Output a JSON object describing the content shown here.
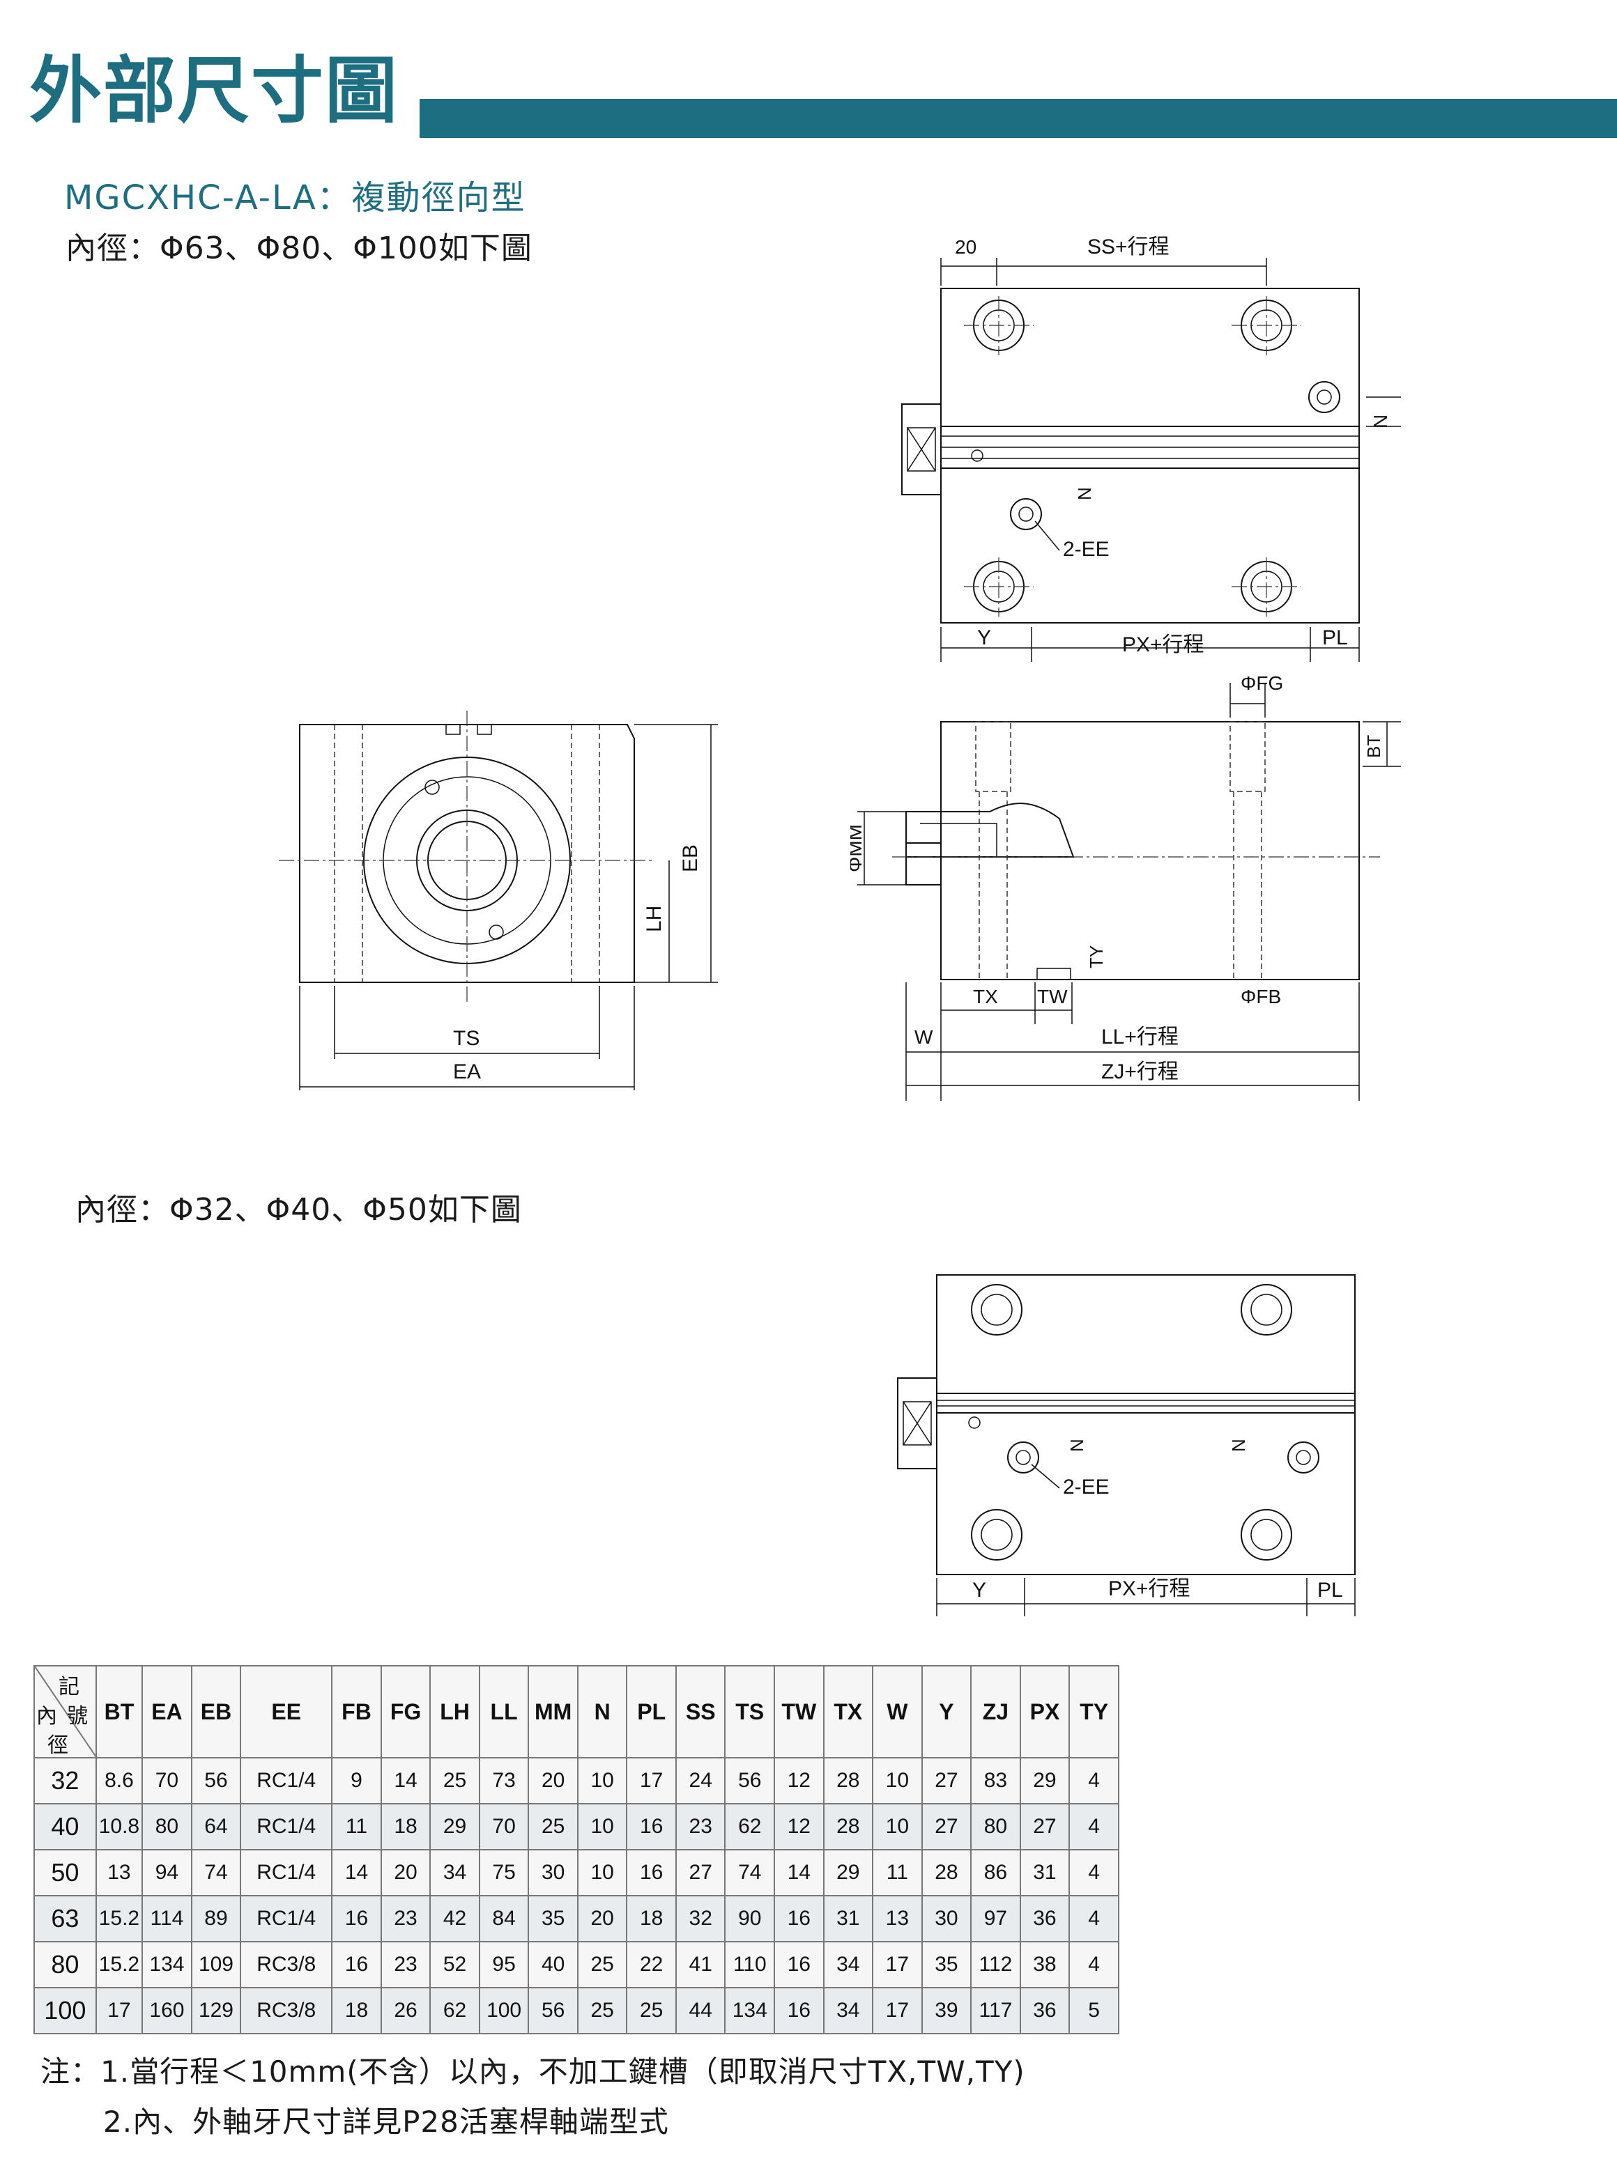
{
  "header": {
    "title": "外部尺寸圖",
    "subtitle": "MGCXHC-A-LA：複動徑向型"
  },
  "sections": {
    "large": "內徑：Φ63、Φ80、Φ100如下圖",
    "small": "內徑：Φ32、Φ40、Φ50如下圖"
  },
  "drawing_labels": {
    "d20": "20",
    "ss": "SS+行程",
    "n": "N",
    "ee": "2-EE",
    "y": "Y",
    "px": "PX+行程",
    "pl": "PL",
    "fg": "ΦFG",
    "bt": "BT",
    "mm": "ΦMM",
    "ty": "TY",
    "tx": "TX",
    "tw": "TW",
    "fb": "ΦFB",
    "w": "W",
    "ll": "LL+行程",
    "zj": "ZJ+行程",
    "eb": "EB",
    "lh": "LH",
    "ts": "TS",
    "ea": "EA"
  },
  "table": {
    "corner": {
      "top": "記",
      "mid_left": "內",
      "mid_right": "號",
      "bottom": "徑"
    },
    "headers": [
      "BT",
      "EA",
      "EB",
      "EE",
      "FB",
      "FG",
      "LH",
      "LL",
      "MM",
      "N",
      "PL",
      "SS",
      "TS",
      "TW",
      "TX",
      "W",
      "Y",
      "ZJ",
      "PX",
      "TY"
    ],
    "rows": [
      [
        "32",
        "8.6",
        "70",
        "56",
        "RC1/4",
        "9",
        "14",
        "25",
        "73",
        "20",
        "10",
        "17",
        "24",
        "56",
        "12",
        "28",
        "10",
        "27",
        "83",
        "29",
        "4"
      ],
      [
        "40",
        "10.8",
        "80",
        "64",
        "RC1/4",
        "11",
        "18",
        "29",
        "70",
        "25",
        "10",
        "16",
        "23",
        "62",
        "12",
        "28",
        "10",
        "27",
        "80",
        "27",
        "4"
      ],
      [
        "50",
        "13",
        "94",
        "74",
        "RC1/4",
        "14",
        "20",
        "34",
        "75",
        "30",
        "10",
        "16",
        "27",
        "74",
        "14",
        "29",
        "11",
        "28",
        "86",
        "31",
        "4"
      ],
      [
        "63",
        "15.2",
        "114",
        "89",
        "RC1/4",
        "16",
        "23",
        "42",
        "84",
        "35",
        "20",
        "18",
        "32",
        "90",
        "16",
        "31",
        "13",
        "30",
        "97",
        "36",
        "4"
      ],
      [
        "80",
        "15.2",
        "134",
        "109",
        "RC3/8",
        "16",
        "23",
        "52",
        "95",
        "40",
        "25",
        "22",
        "41",
        "110",
        "16",
        "34",
        "17",
        "35",
        "112",
        "38",
        "4"
      ],
      [
        "100",
        "17",
        "160",
        "129",
        "RC3/8",
        "18",
        "26",
        "62",
        "100",
        "56",
        "25",
        "25",
        "44",
        "134",
        "16",
        "34",
        "17",
        "39",
        "117",
        "36",
        "5"
      ]
    ]
  },
  "notes": [
    "注：1.當行程＜10mm(不含）以內，不加工鍵槽（即取消尺寸TX,TW,TY)",
    "2.內、外軸牙尺寸詳見P28活塞桿軸端型式"
  ],
  "colors": {
    "accent": "#1e6e82"
  }
}
